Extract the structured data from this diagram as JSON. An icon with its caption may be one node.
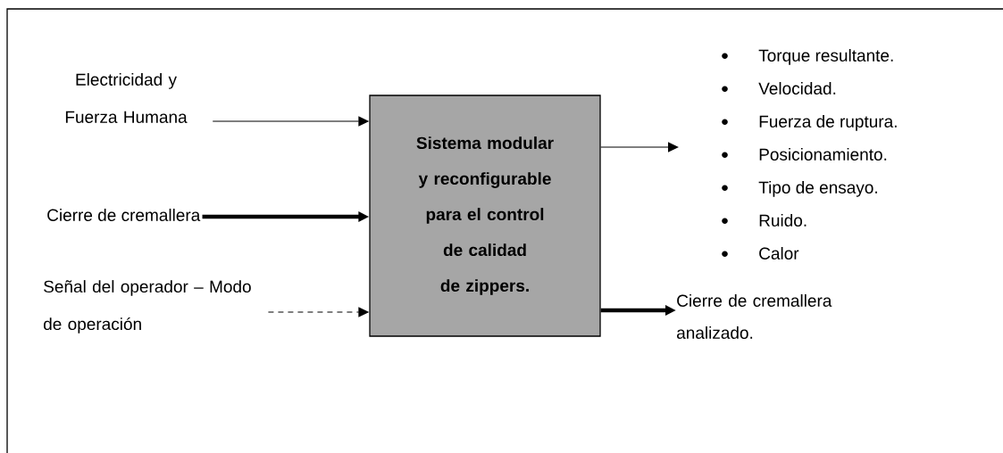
{
  "diagram": {
    "nodes": [
      {
        "text": [
          "Electricidad y Fuerza Humana"
        ]
      },
      {
        "text": [
          "Cierre de cremallera"
        ]
      },
      {
        "text": [
          "Señal del operador – Modo de operación"
        ]
      },
      {
        "text": [
          "Sistema modular y reconfigurable para el control de calidad de zippers."
        ]
      },
      {
        "text": [
          "Torque resultante.",
          "Velocidad.",
          "Fuerza de ruptura.",
          "Posicionamiento.",
          "Tipo de ensayo.",
          "Ruido.",
          "Calor"
        ]
      },
      {
        "text": [
          "Cierre de cremallera analizado."
        ]
      }
    ],
    "edges": [
      {
        "from": 0,
        "to": 3,
        "arrow": "to"
      },
      {
        "from": 1,
        "to": 3,
        "arrow": "to",
        "style": "thick"
      },
      {
        "from": 2,
        "to": 3,
        "arrow": "to",
        "style": "dashed"
      },
      {
        "from": 3,
        "to": 4,
        "arrow": "to"
      },
      {
        "from": 3,
        "to": 5,
        "arrow": "to",
        "style": "thick"
      }
    ]
  }
}
